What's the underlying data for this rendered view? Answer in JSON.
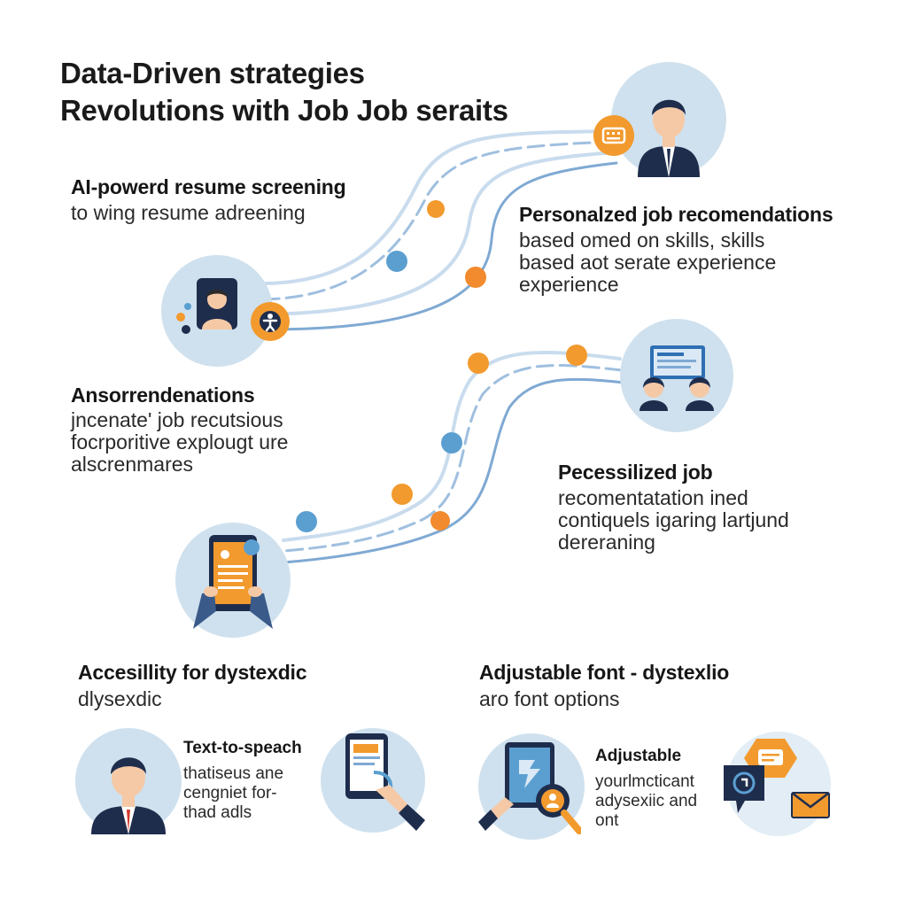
{
  "title": {
    "line1": "Data-Driven strategies",
    "line2": "Revolutions with Job Job seraits"
  },
  "sections": {
    "ai_screening": {
      "heading": "AI-powerd resume screening",
      "body": [
        "to wing resume adreening"
      ]
    },
    "personalized": {
      "heading": "Personalzed job recomendations",
      "body": [
        "based omed on skills, skills",
        "based aot serate experience",
        "experience"
      ]
    },
    "ansor": {
      "heading": "Ansorrendenations",
      "body": [
        "jncenate' job recutsious",
        "focrporitive explougt ure",
        "alscrenmares"
      ]
    },
    "pecessilized": {
      "heading": "Pecessilized  job",
      "body": [
        "recomentatation ined",
        "contiquels igaring lartjund",
        "dereraning"
      ]
    },
    "accessibility": {
      "heading": "Accesillity for dystexdic",
      "body": [
        "dlysexdic"
      ]
    },
    "adjustable_font": {
      "heading": "Adjustable font - dystexlio",
      "body": [
        "aro font options"
      ]
    },
    "tts": {
      "heading": "Text-to-speach",
      "body": [
        "thatiseus ane",
        "cengniet for-",
        "thad adls"
      ]
    },
    "adjustable": {
      "heading": "Adjustable",
      "body": [
        "yourlmcticant",
        "adysexiic and",
        "ont"
      ]
    }
  },
  "colors": {
    "accent_orange": "#f29a2e",
    "accent_blue": "#5b9fd1",
    "navy": "#1f2d4d",
    "circle_bg": "#cfe1ee",
    "path_line": "#9fbfdf"
  },
  "icons": [
    "businessman-icon",
    "keyboard-icon",
    "person-screen-icon",
    "team-presentation-icon",
    "tablet-document-icon",
    "tablet-hand-icon",
    "magnifier-icon",
    "chat-icon",
    "mail-icon"
  ]
}
